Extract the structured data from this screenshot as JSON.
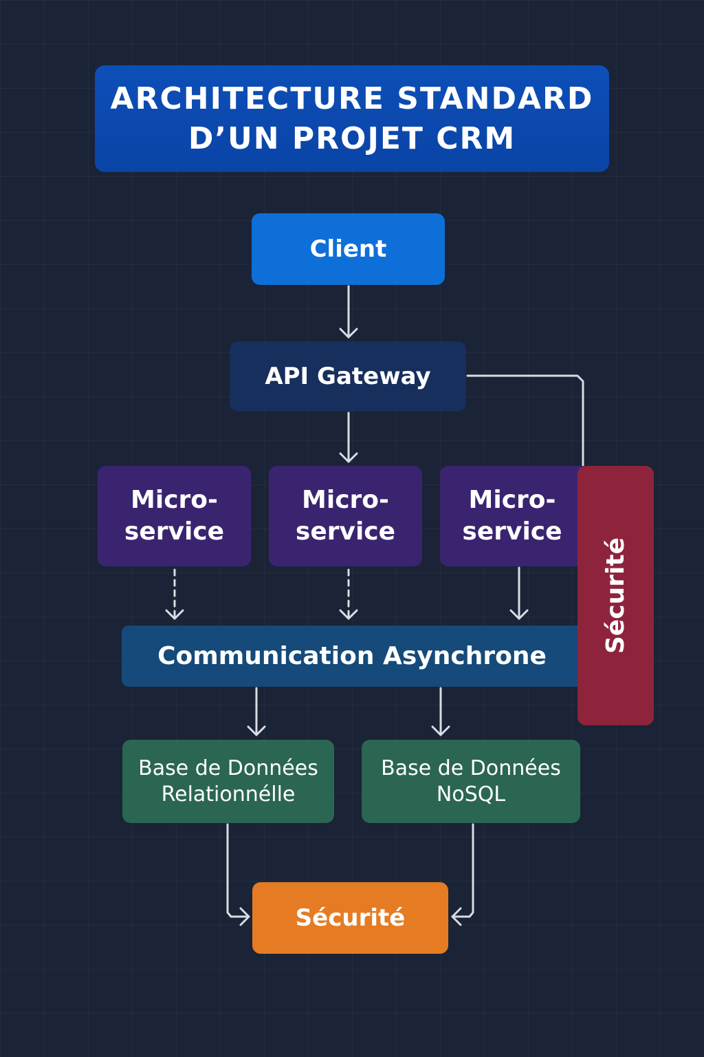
{
  "title": {
    "line1": "ARCHITECTURE STANDARD",
    "line2": "D’UN PROJET CRM"
  },
  "client": {
    "label": "Client"
  },
  "gateway": {
    "label": "API Gateway"
  },
  "microservices": [
    {
      "line1": "Micro-",
      "line2": "service"
    },
    {
      "line1": "Micro-",
      "line2": "service"
    },
    {
      "line1": "Micro-",
      "line2": "service"
    }
  ],
  "async": {
    "label": "Communication Asynchrone"
  },
  "security_side": {
    "label": "Sécurité"
  },
  "databases": [
    {
      "line1": "Base de Données",
      "line2": "Relationnélle"
    },
    {
      "line1": "Base de Données",
      "line2": "NoSQL"
    }
  ],
  "security_bottom": {
    "label": "Sécurité"
  },
  "colors": {
    "background": "#1b2336",
    "title": "#0d4fb8",
    "client": "#0e6fd8",
    "gateway": "#172f5c",
    "microservice": "#3a2470",
    "async": "#154a7a",
    "security_side": "#8e243c",
    "database": "#2b6652",
    "security_bottom": "#e57c23",
    "connector": "#d9dde4"
  }
}
